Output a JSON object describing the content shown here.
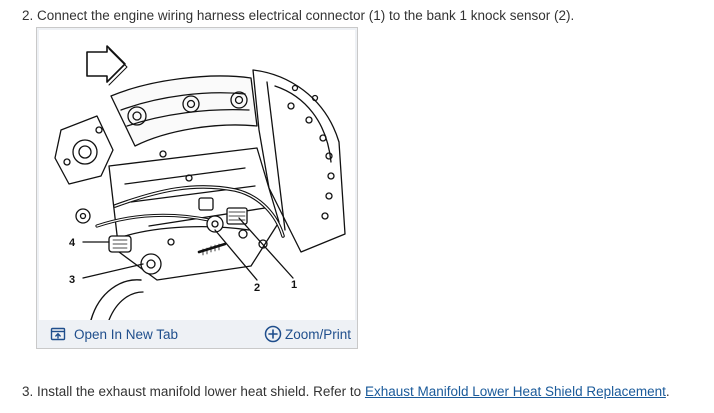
{
  "step2": {
    "text": "2. Connect the engine wiring harness electrical connector (1) to the bank 1 knock sensor (2)."
  },
  "figure": {
    "callouts": {
      "c1": "1",
      "c2": "2",
      "c3": "3",
      "c4": "4"
    },
    "open_tab_label": "Open In New Tab",
    "zoom_print_label": "Zoom/Print"
  },
  "step3": {
    "text": "3. Install the exhaust manifold lower heat shield. Refer to ",
    "link_label": "Exhaust Manifold Lower Heat Shield Replacement",
    "suffix": "."
  }
}
